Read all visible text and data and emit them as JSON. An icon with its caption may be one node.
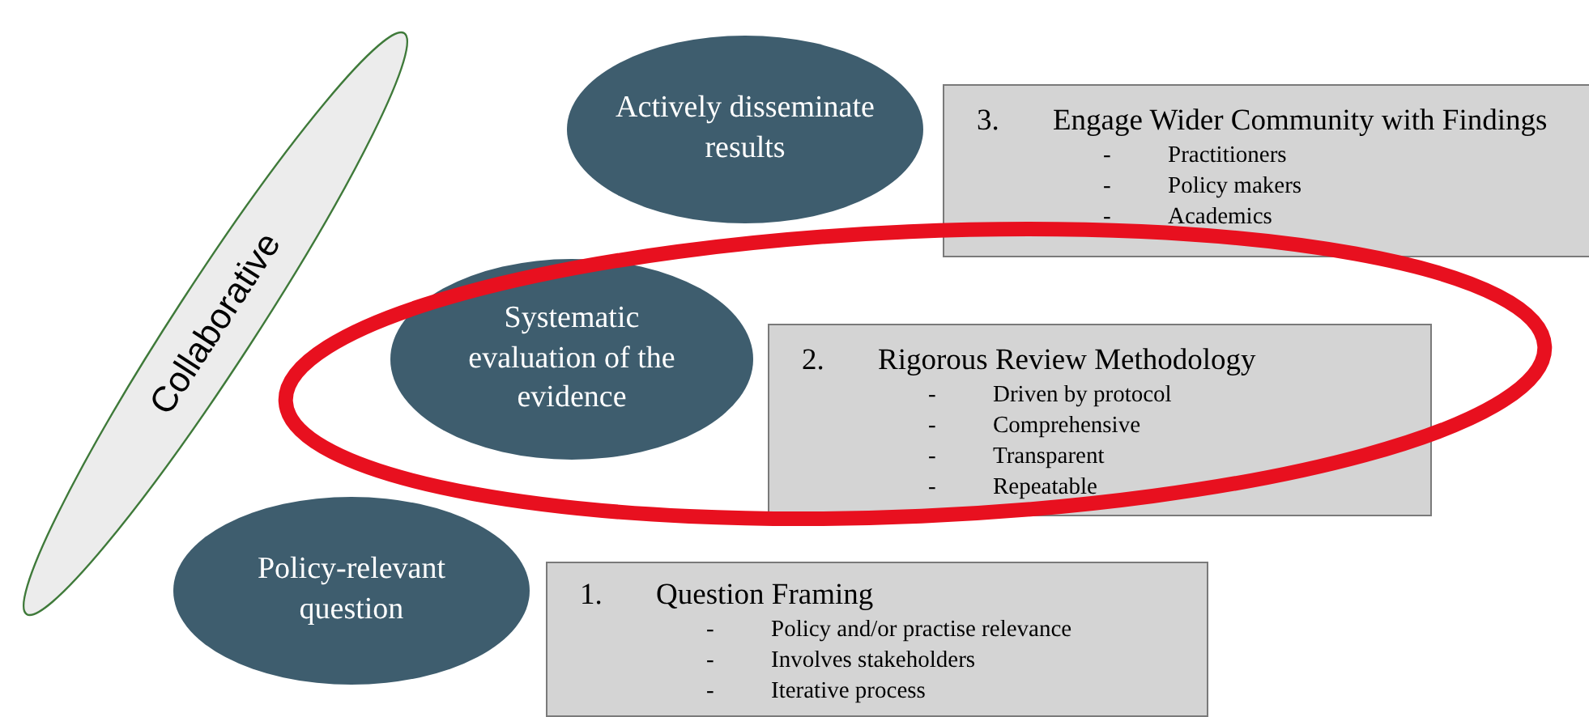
{
  "diagram": {
    "nodes": [
      {
        "text": [
          "Collaborative"
        ]
      },
      {
        "text": [
          "Actively disseminate results"
        ]
      },
      {
        "text": [
          "3.",
          "Engage Wider Community with Findings",
          "-",
          "Practitioners",
          "-",
          "Policy makers",
          "-",
          "Academics"
        ]
      },
      {
        "text": [
          "Systematic evaluation of the evidence"
        ]
      },
      {
        "text": [
          "2.",
          "Rigorous Review Methodology",
          "-",
          "Driven by protocol",
          "-",
          "Comprehensive",
          "-",
          "Transparent",
          "-",
          "Repeatable"
        ]
      },
      {
        "text": [
          "Policy-relevant question"
        ]
      },
      {
        "text": [
          "1.",
          "Question Framing",
          "-",
          "Policy and/or practise relevance",
          "-",
          "Involves stakeholders",
          "-",
          "Iterative process"
        ]
      }
    ],
    "edges": []
  }
}
